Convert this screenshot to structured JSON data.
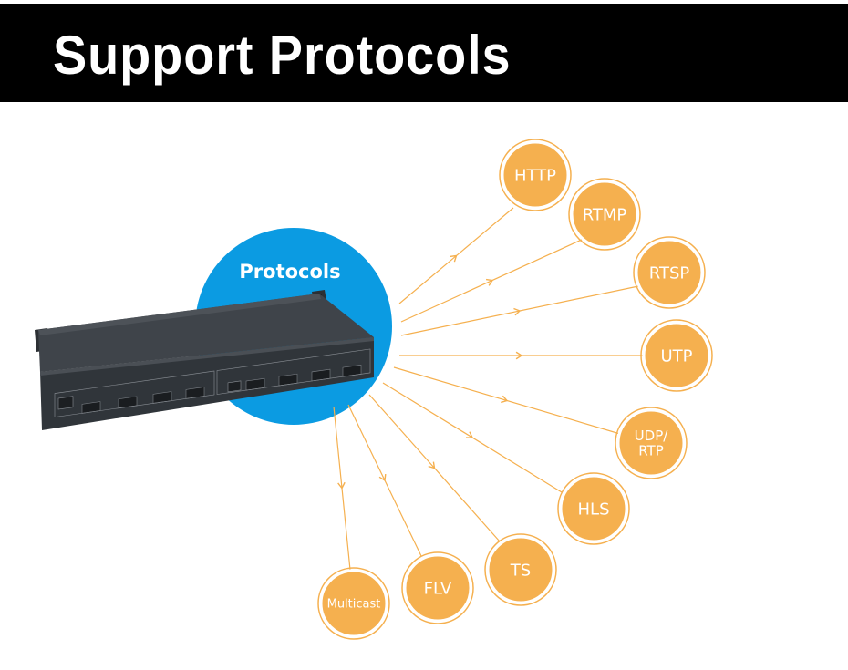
{
  "header": {
    "title": "Support Protocols"
  },
  "hub": {
    "label": "Protocols",
    "color": "#0b9be2"
  },
  "colors": {
    "bubble_fill": "#f5b04f",
    "bubble_ring": "#ffffff",
    "arrow": "#f5b04f",
    "device_body": "#3a3f44"
  },
  "protocols": [
    {
      "label": "HTTP"
    },
    {
      "label": "RTMP"
    },
    {
      "label": "RTSP"
    },
    {
      "label": "UTP"
    },
    {
      "label": "UDP/\nRTP"
    },
    {
      "label": "HLS"
    },
    {
      "label": "TS"
    },
    {
      "label": "FLV"
    },
    {
      "label": "Multicast"
    }
  ],
  "device": {
    "icon": "encoder-rack-device-icon"
  }
}
